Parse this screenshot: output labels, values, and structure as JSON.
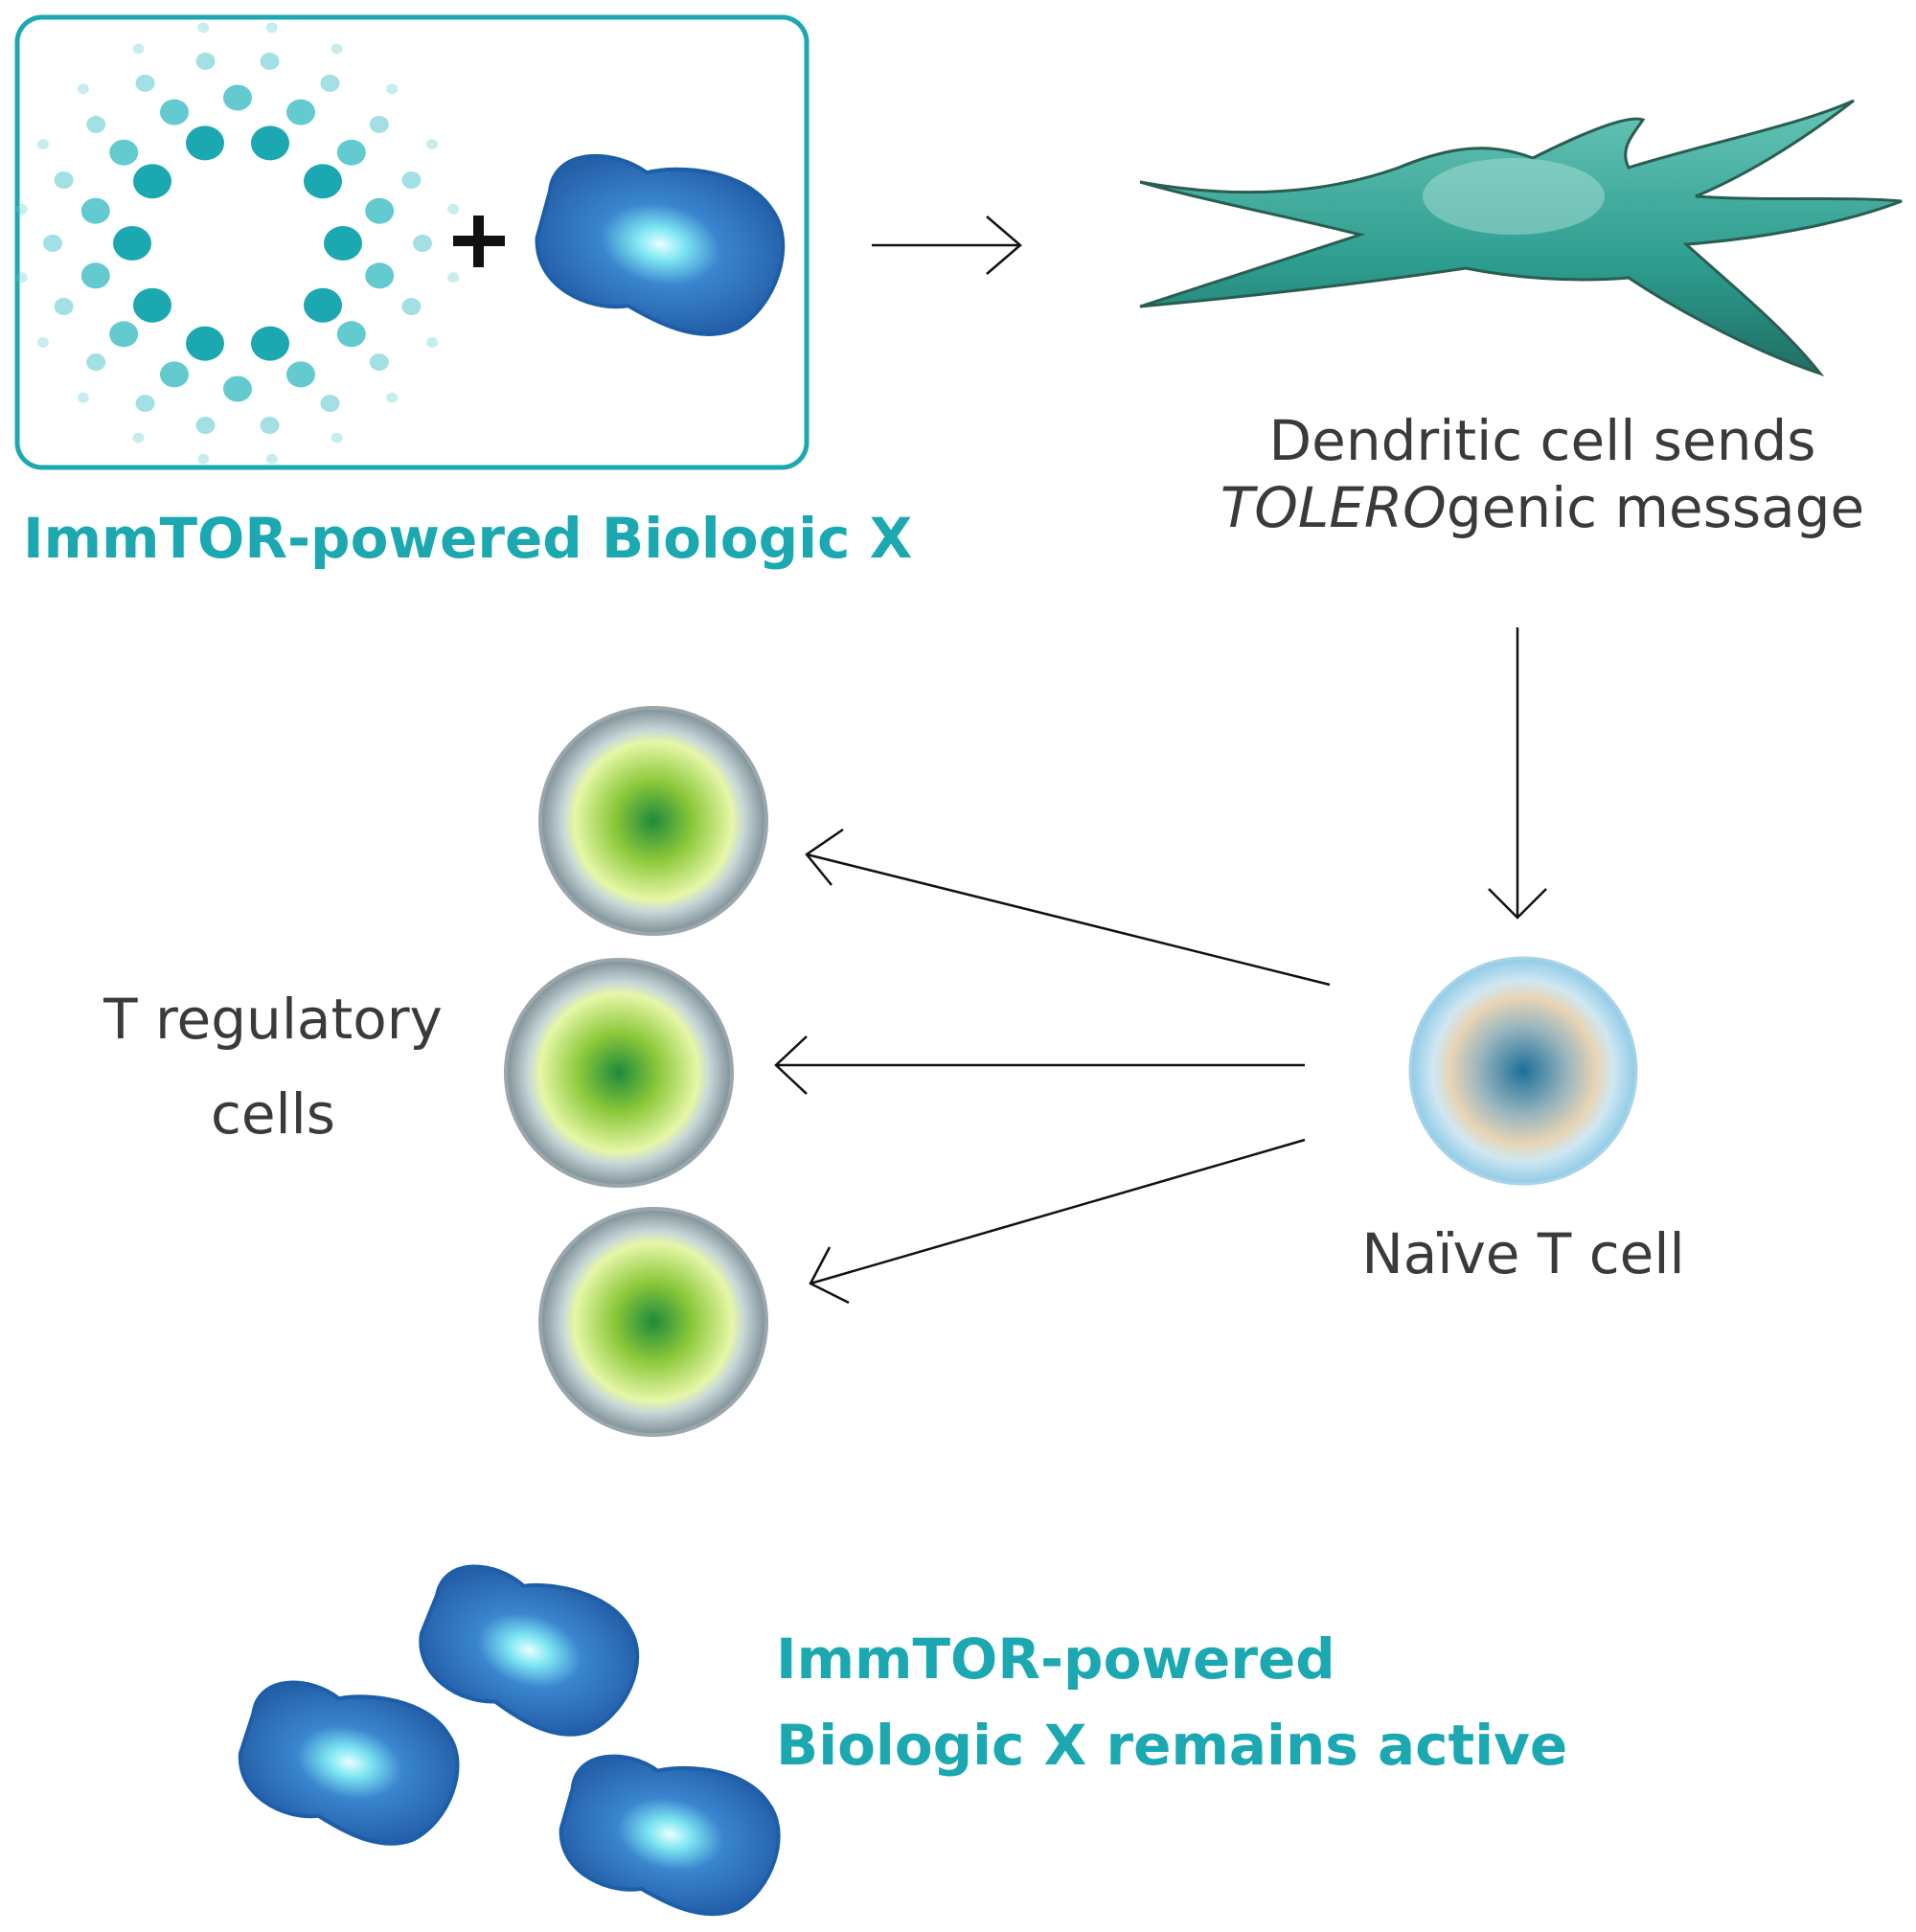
{
  "figure": {
    "input_label": "ImmTOR-powered Biologic X",
    "plus_symbol": "+",
    "dendritic_label_line1": "Dendritic cell sends",
    "dendritic_label_line2_italic": "TOLERO",
    "dendritic_label_line2_rest": "genic message",
    "treg_label_line1": "T regulatory",
    "treg_label_line2": "cells",
    "naive_label": "Naïve T cell",
    "output_label_line1": "ImmTOR-powered",
    "output_label_line2": "Biologic X remains active"
  },
  "colors": {
    "accent_teal": "#1ba8b1",
    "dendritic_teal": "#3aa89a",
    "biologic_blue": "#2f78c4",
    "treg_green": "#8cc83a",
    "text_gray": "#3a3a3a"
  },
  "icons": {
    "nanoparticle": "nanoparticle-ring-icon",
    "biologic": "biologic-molecule-icon",
    "dendritic": "dendritic-cell-icon",
    "treg": "t-regulatory-cell-icon",
    "naive": "naive-t-cell-icon",
    "arrow": "arrow-icon"
  }
}
